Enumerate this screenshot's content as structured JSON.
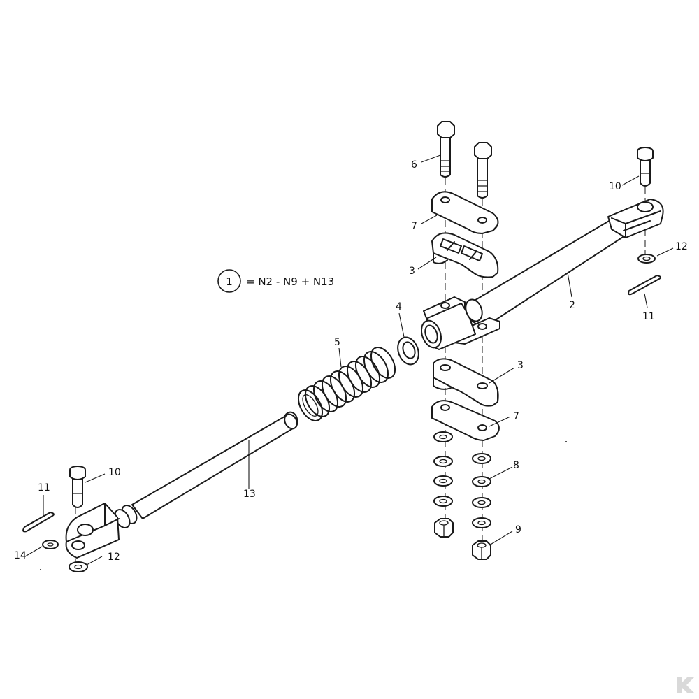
{
  "legend": {
    "circled_number": "1",
    "formula": "= N2 - N9 + N13"
  },
  "callouts": {
    "c2": "2",
    "c3a": "3",
    "c3b": "3",
    "c4": "4",
    "c5": "5",
    "c6": "6",
    "c7a": "7",
    "c7b": "7",
    "c8": "8",
    "c9": "9",
    "c10a": "10",
    "c10b": "10",
    "c11a": "11",
    "c11b": "11",
    "c12a": "12",
    "c12b": "12",
    "c13": "13",
    "c14": "14"
  },
  "colors": {
    "line": "#1a1a1a",
    "background": "#ffffff",
    "watermark": "#d9d9d9"
  },
  "icons": {
    "watermark": "brand-logo-icon"
  }
}
